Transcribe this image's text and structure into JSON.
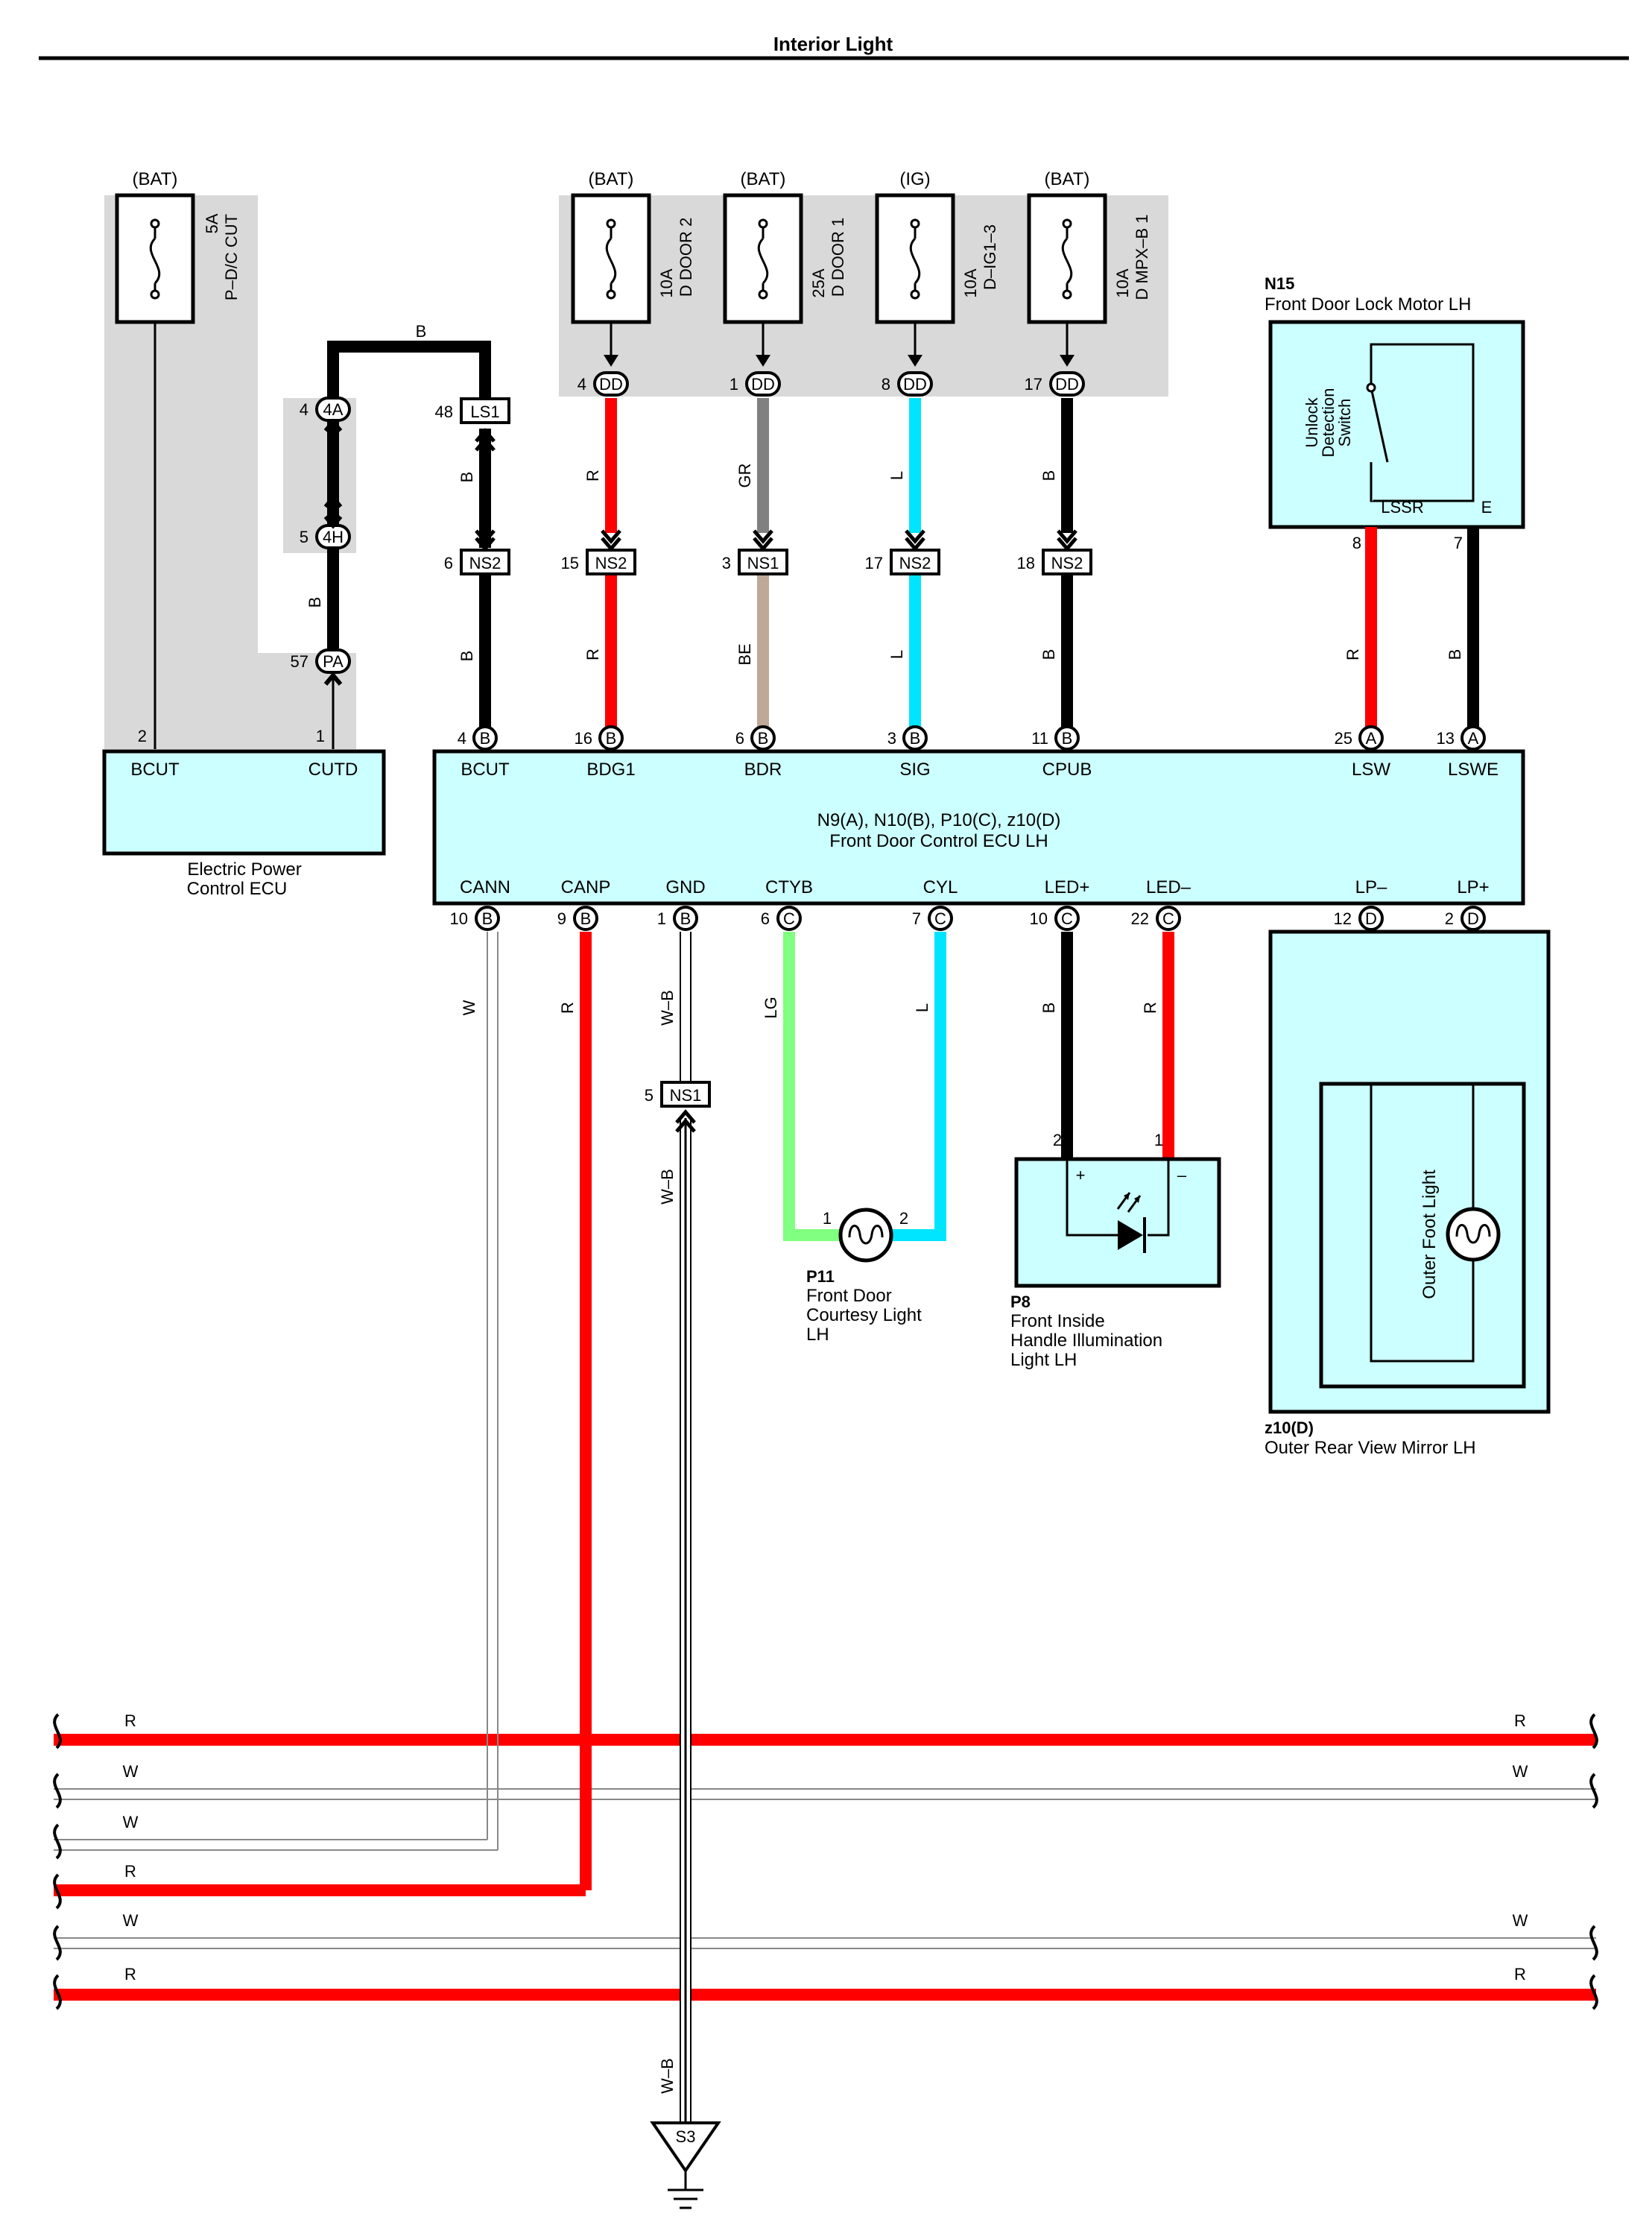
{
  "title": "Interior Light",
  "power_labels": [
    "(BAT)",
    "(BAT)",
    "(BAT)",
    "(IG)",
    "(BAT)"
  ],
  "fuses": [
    {
      "rating": "5A",
      "name": "P–D/C CUT"
    },
    {
      "rating": "10A",
      "name": "D DOOR 2"
    },
    {
      "rating": "25A",
      "name": "D DOOR 1"
    },
    {
      "rating": "10A",
      "name": "D–IG1–3"
    },
    {
      "rating": "10A",
      "name": "D MPX–B 1"
    }
  ],
  "connectors": {
    "dd": [
      {
        "pin": "4",
        "id": "DD"
      },
      {
        "pin": "1",
        "id": "DD"
      },
      {
        "pin": "8",
        "id": "DD"
      },
      {
        "pin": "17",
        "id": "DD"
      }
    ],
    "ls1": {
      "pin": "48",
      "id": "LS1"
    },
    "c4a": {
      "pin": "4",
      "id": "4A"
    },
    "c4h": {
      "pin": "5",
      "id": "4H"
    },
    "cpa": {
      "pin": "57",
      "id": "PA"
    },
    "ns_top": [
      {
        "pin": "6",
        "id": "NS2"
      },
      {
        "pin": "15",
        "id": "NS2"
      },
      {
        "pin": "3",
        "id": "NS1"
      },
      {
        "pin": "17",
        "id": "NS2"
      },
      {
        "pin": "18",
        "id": "NS2"
      }
    ],
    "ns_gnd": {
      "pin": "5",
      "id": "NS1"
    },
    "ground": "S3"
  },
  "wire_colors": {
    "b": "B",
    "r": "R",
    "gr": "GR",
    "be": "BE",
    "l": "L",
    "w": "W",
    "lg": "LG",
    "wb": "W–B"
  },
  "epc_ecu": {
    "name_line1": "Electric Power",
    "name_line2": "Control ECU",
    "pins": [
      {
        "num": "2",
        "name": "BCUT"
      },
      {
        "num": "1",
        "name": "CUTD"
      }
    ]
  },
  "door_ecu": {
    "code": "N9(A), N10(B), P10(C), z10(D)",
    "name": "Front Door Control ECU LH",
    "top_pins": [
      {
        "num": "4",
        "conn": "B",
        "name": "BCUT"
      },
      {
        "num": "16",
        "conn": "B",
        "name": "BDG1"
      },
      {
        "num": "6",
        "conn": "B",
        "name": "BDR"
      },
      {
        "num": "3",
        "conn": "B",
        "name": "SIG"
      },
      {
        "num": "11",
        "conn": "B",
        "name": "CPUB"
      },
      {
        "num": "25",
        "conn": "A",
        "name": "LSW"
      },
      {
        "num": "13",
        "conn": "A",
        "name": "LSWE"
      }
    ],
    "bottom_pins": [
      {
        "num": "10",
        "conn": "B",
        "name": "CANN"
      },
      {
        "num": "9",
        "conn": "B",
        "name": "CANP"
      },
      {
        "num": "1",
        "conn": "B",
        "name": "GND"
      },
      {
        "num": "6",
        "conn": "C",
        "name": "CTYB"
      },
      {
        "num": "7",
        "conn": "C",
        "name": "CYL"
      },
      {
        "num": "10",
        "conn": "C",
        "name": "LED+"
      },
      {
        "num": "22",
        "conn": "C",
        "name": "LED–"
      },
      {
        "num": "12",
        "conn": "D",
        "name": "LP–"
      },
      {
        "num": "2",
        "conn": "D",
        "name": "LP+"
      }
    ]
  },
  "n15": {
    "code": "N15",
    "name": "Front Door Lock Motor LH",
    "switch_label": [
      "Unlock",
      "Detection",
      "Switch"
    ],
    "pins": [
      {
        "num": "8",
        "name": "LSSR"
      },
      {
        "num": "7",
        "name": "E"
      }
    ]
  },
  "p11": {
    "code": "P11",
    "name_lines": [
      "Front Door",
      "Courtesy Light",
      "LH"
    ],
    "pins": [
      "1",
      "2"
    ]
  },
  "p8": {
    "code": "P8",
    "name_lines": [
      "Front Inside",
      "Handle Illumination",
      "Light LH"
    ],
    "pins": [
      "2",
      "1"
    ],
    "polarity": [
      "+",
      "–"
    ]
  },
  "z10": {
    "code": "z10(D)",
    "name": "Outer Rear View Mirror LH",
    "inner_label": "Outer Foot Light"
  },
  "bus_lines": [
    {
      "left": "R",
      "right": "R",
      "color": "#ff0000"
    },
    {
      "left": "W",
      "right": "W",
      "color": "#ffffff"
    },
    {
      "left": "W",
      "right": "",
      "color": "#ffffff"
    },
    {
      "left": "R",
      "right": "",
      "color": "#ff0000"
    },
    {
      "left": "W",
      "right": "W",
      "color": "#ffffff"
    },
    {
      "left": "R",
      "right": "R",
      "color": "#ff0000"
    }
  ],
  "colors": {
    "red": "#ff0000",
    "black": "#000000",
    "gray_wire": "#808080",
    "beige": "#c0a898",
    "cyan_wire": "#00e5ff",
    "light_green": "#80ff80",
    "box_fill": "#ccffff",
    "shade": "#d9d9d9"
  }
}
